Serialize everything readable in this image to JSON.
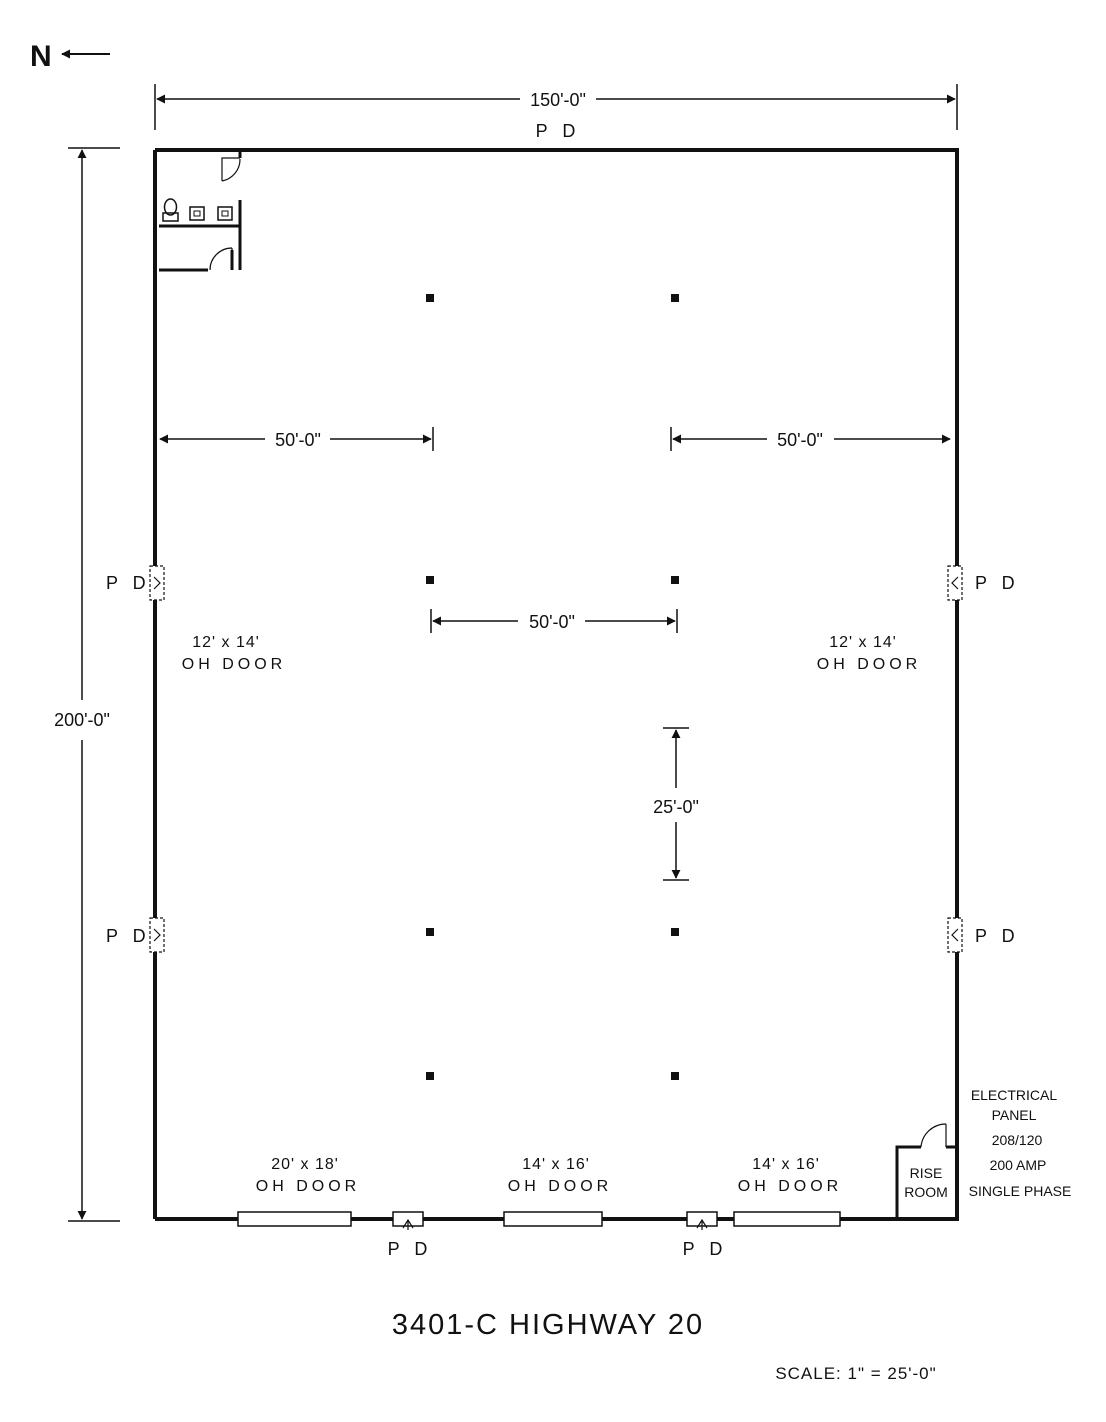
{
  "north_label": "N",
  "dimensions": {
    "overall_width": "150'-0\"",
    "overall_length": "200'-0\"",
    "left_span": "50'-0\"",
    "right_span": "50'-0\"",
    "center_span": "50'-0\"",
    "column_spacing": "25'-0\""
  },
  "doors": {
    "pd_label": "P D",
    "left_oh": {
      "size": "12' x 14'",
      "type": "OH DOOR"
    },
    "right_oh": {
      "size": "12' x 14'",
      "type": "OH DOOR"
    },
    "bottom_oh_1": {
      "size": "20' x 18'",
      "type": "OH DOOR"
    },
    "bottom_oh_2": {
      "size": "14' x 16'",
      "type": "OH DOOR"
    },
    "bottom_oh_3": {
      "size": "14' x 16'",
      "type": "OH DOOR"
    }
  },
  "rooms": {
    "rise_room": [
      "RISE",
      "ROOM"
    ]
  },
  "electrical": {
    "line1": "ELECTRICAL",
    "line2": "PANEL",
    "line3": "208/120",
    "line4": "200 AMP",
    "line5": "SINGLE PHASE"
  },
  "title": "3401-C  HIGHWAY 20",
  "scale": "SCALE:  1\" = 25'-0\""
}
